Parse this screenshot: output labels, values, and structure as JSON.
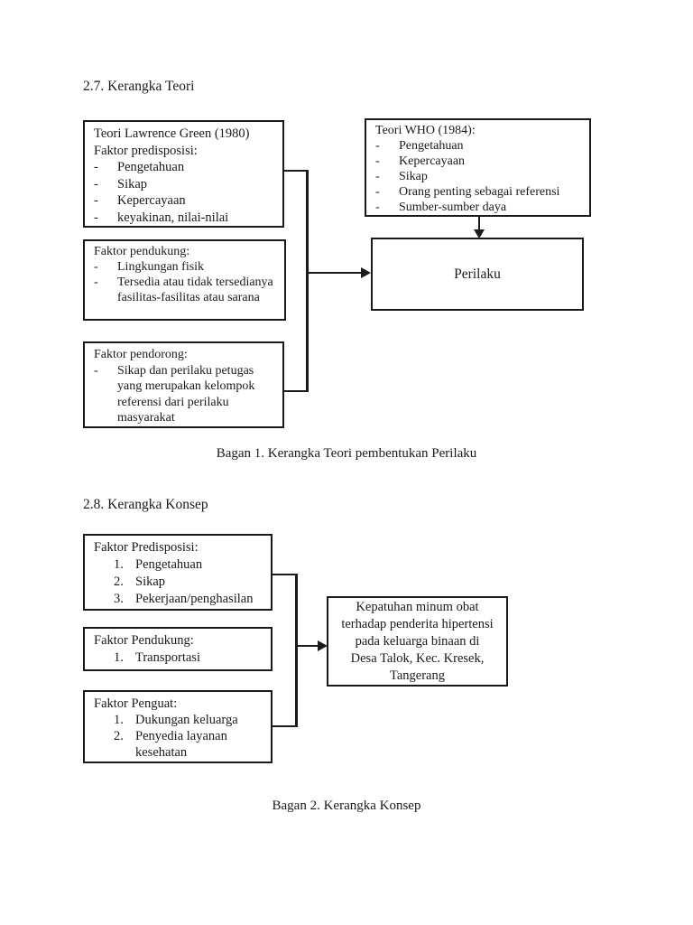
{
  "page": {
    "section1_heading": "2.7. Kerangka Teori",
    "section2_heading": "2.8. Kerangka Konsep",
    "caption1": "Bagan 1. Kerangka Teori pembentukan Perilaku",
    "caption2": "Bagan 2. Kerangka Konsep"
  },
  "colors": {
    "background": "#ffffff",
    "text": "#1a1a1a",
    "line": "#1a1a1a"
  },
  "dash": "-",
  "diagram1": {
    "lawrence_box": {
      "title": "Teori Lawrence Green (1980)",
      "subtitle": "Faktor predisposisi:",
      "items": [
        "Pengetahuan",
        "Sikap",
        "Kepercayaan",
        "keyakinan, nilai-nilai"
      ]
    },
    "who_box": {
      "title": "Teori WHO (1984):",
      "items": [
        "Pengetahuan",
        "Kepercayaan",
        "Sikap",
        "Orang penting sebagai referensi",
        "Sumber-sumber daya"
      ]
    },
    "pendukung_box": {
      "title": "Faktor pendukung:",
      "items": [
        "Lingkungan fisik",
        "Tersedia atau tidak tersedianya fasilitas-fasilitas atau sarana"
      ]
    },
    "pendorong_box": {
      "title": "Faktor pendorong:",
      "items": [
        "Sikap dan perilaku petugas yang merupakan kelompok referensi dari perilaku masyarakat"
      ]
    },
    "perilaku_box": {
      "label": "Perilaku"
    }
  },
  "diagram2": {
    "predisposisi_box": {
      "title": "Faktor Predisposisi:",
      "items": [
        {
          "num": "1.",
          "text": "Pengetahuan"
        },
        {
          "num": "2.",
          "text": "Sikap"
        },
        {
          "num": "3.",
          "text": "Pekerjaan/penghasilan"
        }
      ]
    },
    "pendukung_box": {
      "title": "Faktor Pendukung:",
      "items": [
        {
          "num": "1.",
          "text": "Transportasi"
        }
      ]
    },
    "penguat_box": {
      "title": "Faktor Penguat:",
      "items": [
        {
          "num": "1.",
          "text": "Dukungan keluarga"
        },
        {
          "num": "2.",
          "text": "Penyedia layanan kesehatan"
        }
      ]
    },
    "outcome_box": {
      "lines": [
        "Kepatuhan minum obat",
        "terhadap penderita hipertensi",
        "pada keluarga binaan di",
        "Desa Talok, Kec. Kresek,",
        "Tangerang"
      ]
    }
  }
}
